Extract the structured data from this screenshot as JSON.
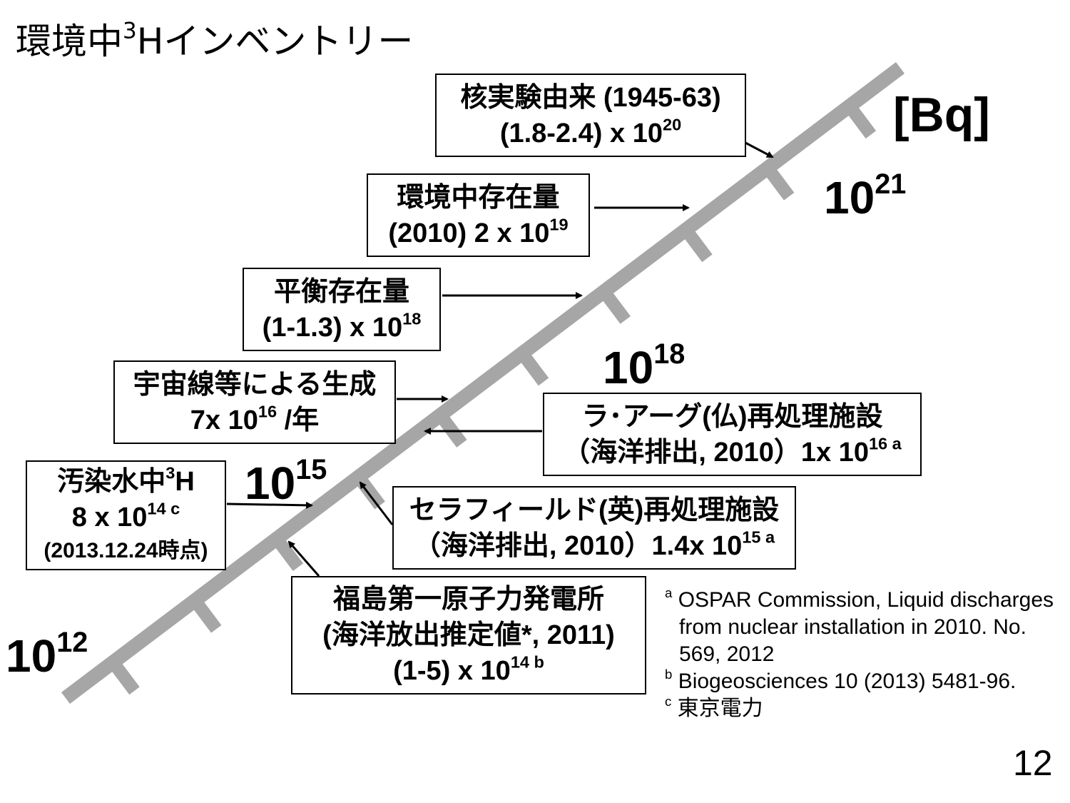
{
  "title": {
    "text": "環境中",
    "sup": "3",
    "rest": "Hインベントリー"
  },
  "unit": "[Bq]",
  "scale_labels": [
    {
      "base": "10",
      "exp": "12"
    },
    {
      "base": "10",
      "exp": "15"
    },
    {
      "base": "10",
      "exp": "18"
    },
    {
      "base": "10",
      "exp": "21"
    }
  ],
  "boxes": {
    "nuclear_tests": {
      "line1": "核実験由来 (1945-63)",
      "line2": "(1.8-2.4) x 10",
      "line2_sup": "20"
    },
    "environment": {
      "line1": "環境中存在量",
      "line2": "(2010) 2 x 10",
      "line2_sup": "19"
    },
    "equilibrium": {
      "line1": "平衡存在量",
      "line2": "(1-1.3) x 10",
      "line2_sup": "18"
    },
    "cosmic": {
      "line1": "宇宙線等による生成",
      "line2": "7x 10",
      "line2_sup": "16",
      "line2_suffix": " /年"
    },
    "la_hague": {
      "line1": "ラ･アーグ(仏)再処理施設",
      "line2": "（海洋排出, 2010）1x 10",
      "line2_sup": "16 a"
    },
    "contaminated_water": {
      "line1": "汚染水中",
      "line1_sup": "3",
      "line1_suffix": "H",
      "line2": "8 x 10",
      "line2_sup": "14 c",
      "line3": "(2013.12.24時点)"
    },
    "sellafield": {
      "line1": "セラフィールド(英)再処理施設",
      "line2": "（海洋排出, 2010）1.4x 10",
      "line2_sup": "15 a"
    },
    "fukushima": {
      "line1": "福島第一原子力発電所",
      "line2": "(海洋放出推定値*, 2011)",
      "line3": "(1-5) x 10",
      "line3_sup": "14 b"
    }
  },
  "footnotes": {
    "a": {
      "mark": "a",
      "line1": "OSPAR Commission, Liquid discharges",
      "line2": "from nuclear installation in 2010.  No.",
      "line3": "569,    2012"
    },
    "b": {
      "mark": "b",
      "text": "Biogeosciences 10 (2013) 5481-96."
    },
    "c": {
      "mark": "c",
      "text": "東京電力"
    }
  },
  "page_number": "12",
  "colors": {
    "scale_bar": "#a6a6a6",
    "arrow": "#000000"
  }
}
